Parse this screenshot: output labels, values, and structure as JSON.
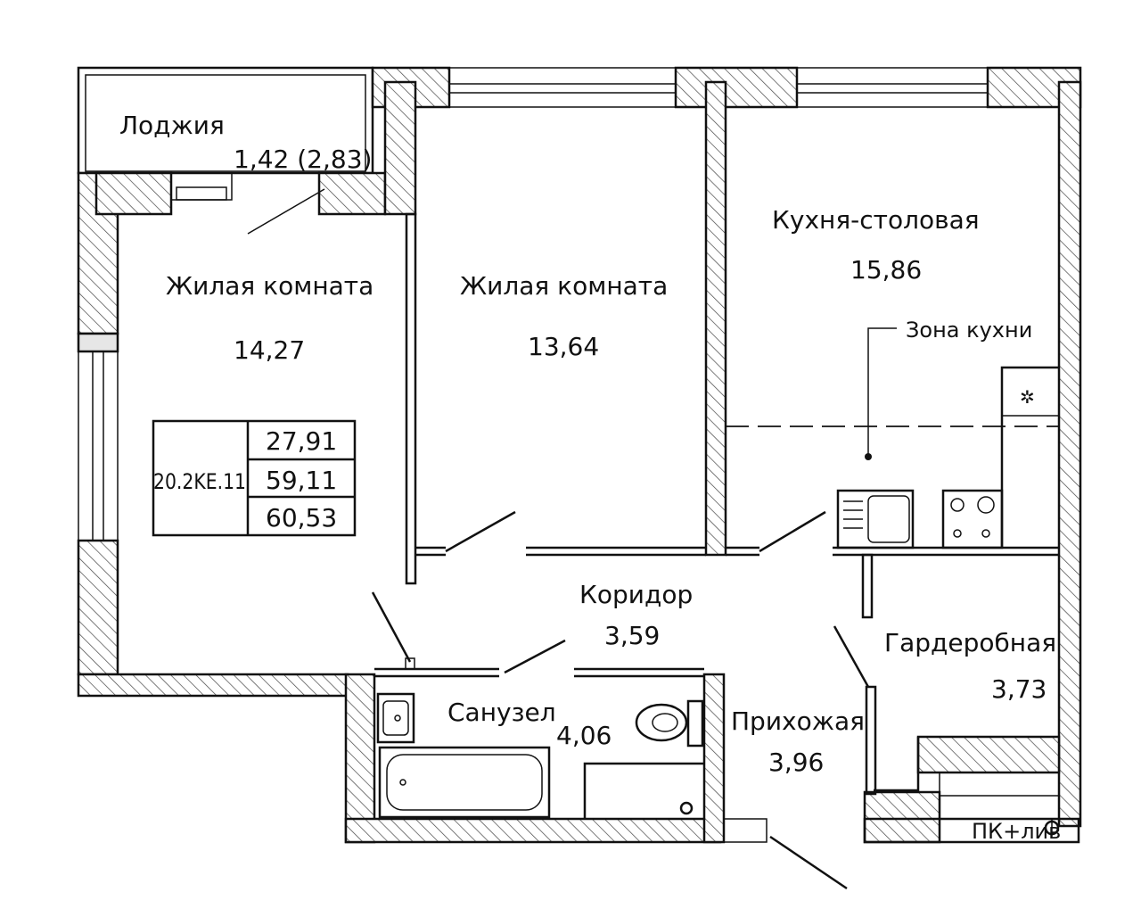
{
  "rooms": {
    "loggia": {
      "name": "Лоджия",
      "area": "1,42 (2,83)"
    },
    "living1": {
      "name": "Жилая комната",
      "area": "14,27"
    },
    "living2": {
      "name": "Жилая комната",
      "area": "13,64"
    },
    "kitchen": {
      "name": "Кухня-столовая",
      "area": "15,86"
    },
    "kitchen_zone": {
      "name": "Зона кухни"
    },
    "corridor": {
      "name": "Коридор",
      "area": "3,59"
    },
    "bathroom": {
      "name": "Санузел",
      "area": "4,06"
    },
    "hallway": {
      "name": "Прихожая",
      "area": "3,96"
    },
    "wardrobe": {
      "name": "Гардеробная",
      "area": "3,73"
    }
  },
  "info_table": {
    "code": "20.2KE.11",
    "values": [
      "27,91",
      "59,11",
      "60,53"
    ]
  },
  "equipment": {
    "shaft_label": "ПК+лив"
  }
}
